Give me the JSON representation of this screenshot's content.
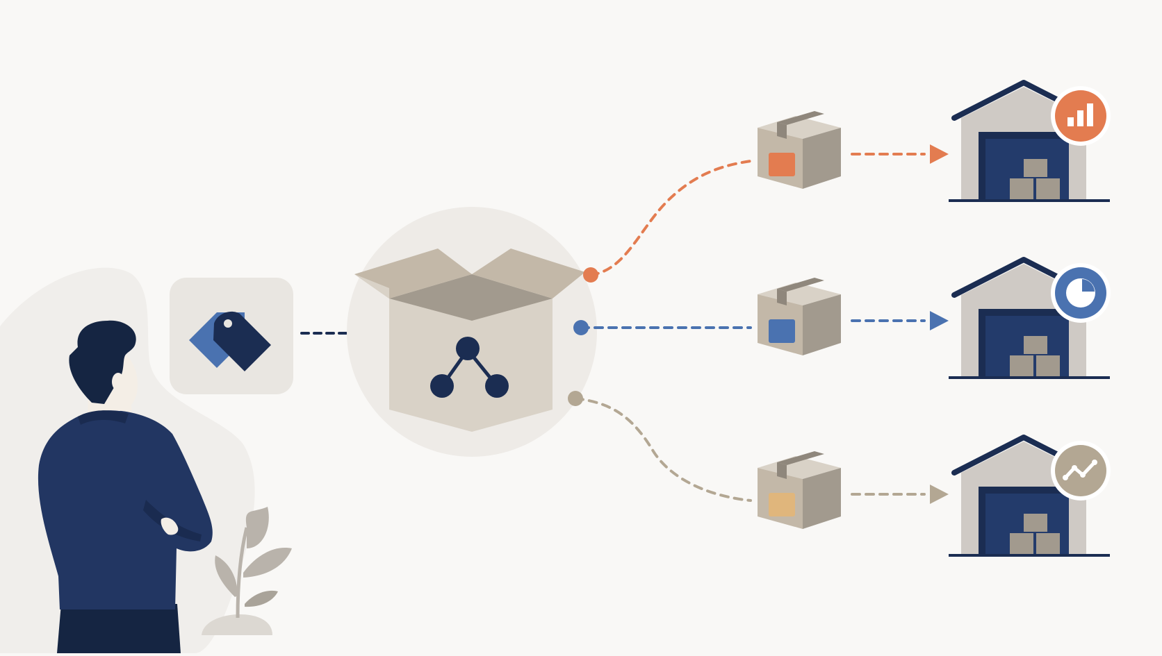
{
  "palette": {
    "background": "#f9f8f6",
    "navy": "#1b2d52",
    "jacket": "#223662",
    "hair": "#152542",
    "skin": "#f4eee6",
    "taupe": "#c3b8a8",
    "taupe_dark": "#a29a8e",
    "taupe_light": "#d9d2c7",
    "halo": "#eeebe7",
    "blob": "#f0eeeb",
    "warehouse_wall": "#cfcac5",
    "orange": "#e37c50",
    "blue": "#4a72b0",
    "tan": "#b3a793",
    "gold": "#e0b67c",
    "plant": "#b9b3ab"
  },
  "diagram": {
    "source": {
      "icon": "price-tag-icon"
    },
    "hub": {
      "icon": "hierarchy-network-icon"
    },
    "routes": [
      {
        "id": "orange",
        "color": "orange",
        "label_color": "orange",
        "badge_icon": "bar-chart-icon"
      },
      {
        "id": "blue",
        "color": "blue",
        "label_color": "blue",
        "badge_icon": "pie-chart-icon"
      },
      {
        "id": "tan",
        "color": "tan",
        "label_color": "gold",
        "badge_icon": "line-chart-icon"
      }
    ]
  }
}
